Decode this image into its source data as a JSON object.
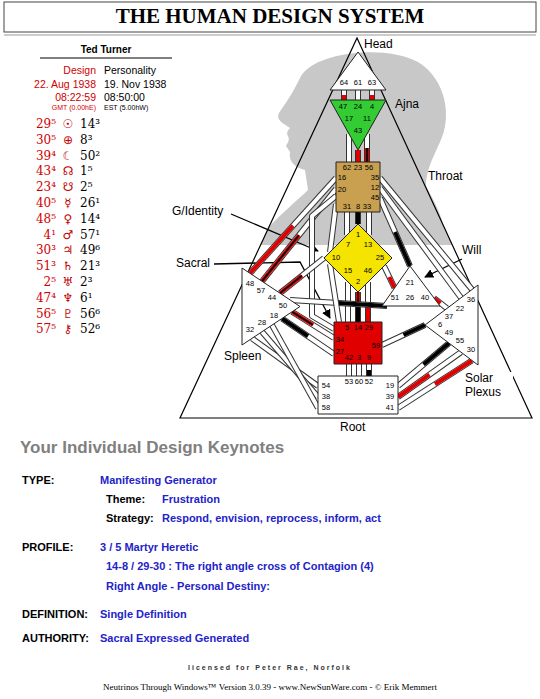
{
  "diagram": {
    "title": "THE HUMAN DESIGN SYSTEM",
    "nodes": [
      {
        "text": [
          "64",
          "61",
          "63"
        ]
      },
      {
        "text": [
          "47",
          "24",
          "4",
          "17",
          "11",
          "43"
        ]
      },
      {
        "text": [
          "62",
          "23",
          "56",
          "16",
          "35",
          "20",
          "12",
          "45",
          "31",
          "8",
          "33"
        ]
      },
      {
        "text": [
          "1",
          "7",
          "13",
          "10",
          "25",
          "15",
          "46",
          "2"
        ]
      },
      {
        "text": [
          "21",
          "51",
          "26",
          "40"
        ]
      },
      {
        "text": [
          "48",
          "57",
          "44",
          "50",
          "32",
          "28",
          "18"
        ]
      },
      {
        "text": [
          "36",
          "22",
          "37",
          "6",
          "49",
          "55",
          "30"
        ]
      },
      {
        "text": [
          "5",
          "14",
          "29",
          "34",
          "27",
          "59",
          "42",
          "3",
          "9"
        ]
      },
      {
        "text": [
          "53",
          "60",
          "52",
          "54",
          "38",
          "58",
          "19",
          "39",
          "41"
        ]
      }
    ],
    "edges": [
      {
        "from": 0,
        "to": 1,
        "arrow": "none"
      },
      {
        "from": 0,
        "to": 1,
        "arrow": "none"
      },
      {
        "from": 0,
        "to": 1,
        "arrow": "none"
      },
      {
        "from": 1,
        "to": 2,
        "arrow": "none"
      },
      {
        "from": 1,
        "to": 2,
        "arrow": "none"
      },
      {
        "from": 1,
        "to": 2,
        "arrow": "none"
      },
      {
        "from": 2,
        "to": 3,
        "arrow": "none"
      },
      {
        "from": 2,
        "to": 3,
        "arrow": "none"
      },
      {
        "from": 2,
        "to": 3,
        "arrow": "none"
      },
      {
        "from": 2,
        "to": 3,
        "arrow": "none"
      },
      {
        "from": 2,
        "to": 4,
        "arrow": "none"
      },
      {
        "from": 2,
        "to": 5,
        "arrow": "none"
      },
      {
        "from": 2,
        "to": 5,
        "arrow": "none"
      },
      {
        "from": 2,
        "to": 6,
        "arrow": "none"
      },
      {
        "from": 2,
        "to": 6,
        "arrow": "none"
      },
      {
        "from": 2,
        "to": 7,
        "arrow": "none"
      },
      {
        "from": 3,
        "to": 4,
        "arrow": "none"
      },
      {
        "from": 3,
        "to": 7,
        "arrow": "none"
      },
      {
        "from": 3,
        "to": 7,
        "arrow": "none"
      },
      {
        "from": 3,
        "to": 7,
        "arrow": "none"
      },
      {
        "from": 4,
        "to": 5,
        "arrow": "none"
      },
      {
        "from": 4,
        "to": 6,
        "arrow": "none"
      },
      {
        "from": 5,
        "to": 3,
        "arrow": "none"
      },
      {
        "from": 5,
        "to": 7,
        "arrow": "none"
      },
      {
        "from": 5,
        "to": 7,
        "arrow": "none"
      },
      {
        "from": 5,
        "to": 8,
        "arrow": "none"
      },
      {
        "from": 5,
        "to": 8,
        "arrow": "none"
      },
      {
        "from": 5,
        "to": 8,
        "arrow": "none"
      },
      {
        "from": 6,
        "to": 7,
        "arrow": "none"
      },
      {
        "from": 6,
        "to": 8,
        "arrow": "none"
      },
      {
        "from": 6,
        "to": 8,
        "arrow": "none"
      },
      {
        "from": 6,
        "to": 8,
        "arrow": "none"
      },
      {
        "from": 7,
        "to": 3,
        "arrow": "none"
      },
      {
        "from": 7,
        "to": 8,
        "arrow": "none"
      },
      {
        "from": 7,
        "to": 8,
        "arrow": "none"
      },
      {
        "from": 7,
        "to": 8,
        "arrow": "none"
      }
    ],
    "labels": [
      "Ted Turner",
      "Design",
      "Personality",
      "22. Aug 1938",
      "19. Nov 1938",
      "08:22:59",
      "08:50:00",
      "GMT (0.00hE)",
      "EST (5.00hW)",
      "29⁵",
      "☉",
      "14³",
      "30⁵",
      "⊕",
      "8³",
      "39⁴",
      "☾",
      "50²",
      "43⁴",
      "☊",
      "1⁵",
      "23⁴",
      "☋",
      "2⁵",
      "40⁵",
      "☿",
      "26¹",
      "48⁵",
      "♀",
      "14⁴",
      "4¹",
      "♂",
      "57¹",
      "30³",
      "♃",
      "49⁶",
      "51³",
      "♄",
      "21³",
      "2⁵",
      "♅",
      "2³",
      "47⁴",
      "♆",
      "6¹",
      "56⁵",
      "♇",
      "56⁶",
      "57⁵",
      "⚷",
      "52⁶",
      "Head",
      "Ajna",
      "Throat",
      "G/Identity",
      "Will",
      "Sacral",
      "Spleen",
      "Solar Plexus",
      "Root",
      "Your Individual Design Keynotes",
      "TYPE:",
      "Manifesting Generator",
      "Theme:",
      "Frustration",
      "Strategy:",
      "Respond, envision, reprocess, inform, act",
      "PROFILE:",
      "3 / 5 Martyr Heretic",
      "14-8 / 29-30 : The right angle cross of Contagion (4)",
      "Right Angle - Personal Destiny:",
      "DEFINITION:",
      "Single Definition",
      "AUTHORITY:",
      "Sacral Expressed Generated",
      "licensed for Peter Rae, Norfolk",
      "Neutrinos Through Windows™ Version 3.0.39 - www.NewSunWare.com - © Erik Memmert"
    ]
  }
}
